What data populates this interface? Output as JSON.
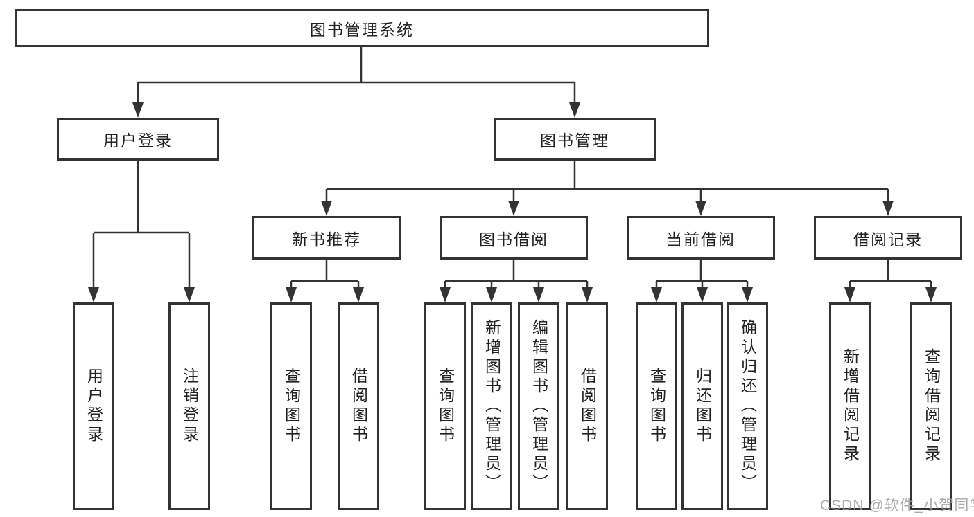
{
  "colors": {
    "line": "#333333",
    "node_border": "#333333",
    "node_fill": "#ffffff",
    "text": "#222222",
    "watermark": "#9e9e9e"
  },
  "watermark": "CSDN @软件_小贺同学",
  "tree": {
    "root": {
      "label": "图书管理系统"
    },
    "branches": [
      {
        "label": "用户登录",
        "children": [
          {
            "label": "用户登录"
          },
          {
            "label": "注销登录"
          }
        ]
      },
      {
        "label": "图书管理",
        "groups": [
          {
            "label": "新书推荐",
            "children": [
              {
                "label": "查询图书"
              },
              {
                "label": "借阅图书"
              }
            ]
          },
          {
            "label": "图书借阅",
            "children": [
              {
                "label": "查询图书"
              },
              {
                "label": "新增图书（管理员）"
              },
              {
                "label": "编辑图书（管理员）"
              },
              {
                "label": "借阅图书"
              }
            ]
          },
          {
            "label": "当前借阅",
            "children": [
              {
                "label": "查询图书"
              },
              {
                "label": "归还图书"
              },
              {
                "label": "确认归还（管理员）"
              }
            ]
          },
          {
            "label": "借阅记录",
            "children": [
              {
                "label": "新增借阅记录"
              },
              {
                "label": "查询借阅记录"
              }
            ]
          }
        ]
      }
    ]
  }
}
